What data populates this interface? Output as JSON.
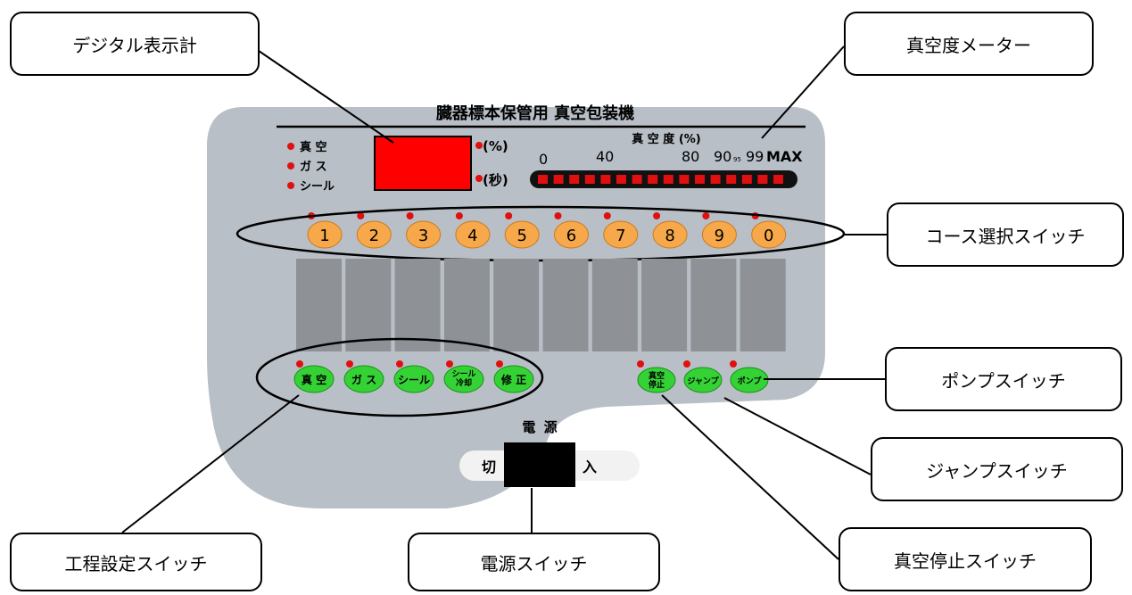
{
  "panel": {
    "title": "臓器標本保管用 真空包装機",
    "mode_labels": [
      "真 空",
      "ガ ス",
      "シール"
    ],
    "display_units": [
      "(%)",
      "(秒)"
    ],
    "vacuum_scale": {
      "title": "真 空 度 (%)",
      "ticks": [
        "0",
        "40",
        "80",
        "90",
        "95",
        "99",
        "MAX"
      ],
      "segments": 16
    },
    "course_buttons": [
      "1",
      "2",
      "3",
      "4",
      "5",
      "6",
      "7",
      "8",
      "9",
      "0"
    ],
    "process_buttons": [
      [
        "真 空"
      ],
      [
        "ガ ス"
      ],
      [
        "シール"
      ],
      [
        "シール",
        "冷却"
      ],
      [
        "修 正"
      ]
    ],
    "right_buttons": [
      [
        "真空",
        "停止"
      ],
      [
        "ジャンプ"
      ],
      [
        "ポンプ"
      ]
    ],
    "power": {
      "title": "電 源",
      "off": "切",
      "on": "入"
    }
  },
  "callouts": {
    "digital_display": "デジタル表示計",
    "vacuum_meter": "真空度メーター",
    "course_switch": "コース選択スイッチ",
    "pump_switch": "ポンプスイッチ",
    "jump_switch": "ジャンプスイッチ",
    "vacuum_stop_switch": "真空停止スイッチ",
    "power_switch": "電源スイッチ",
    "process_switch": "工程設定スイッチ"
  },
  "colors": {
    "panel": "#b9bfc6",
    "display": "#ff0000",
    "led": "#e01010",
    "course_button": "#f7a84a",
    "process_button": "#35d235",
    "slot": "#8e9195"
  }
}
